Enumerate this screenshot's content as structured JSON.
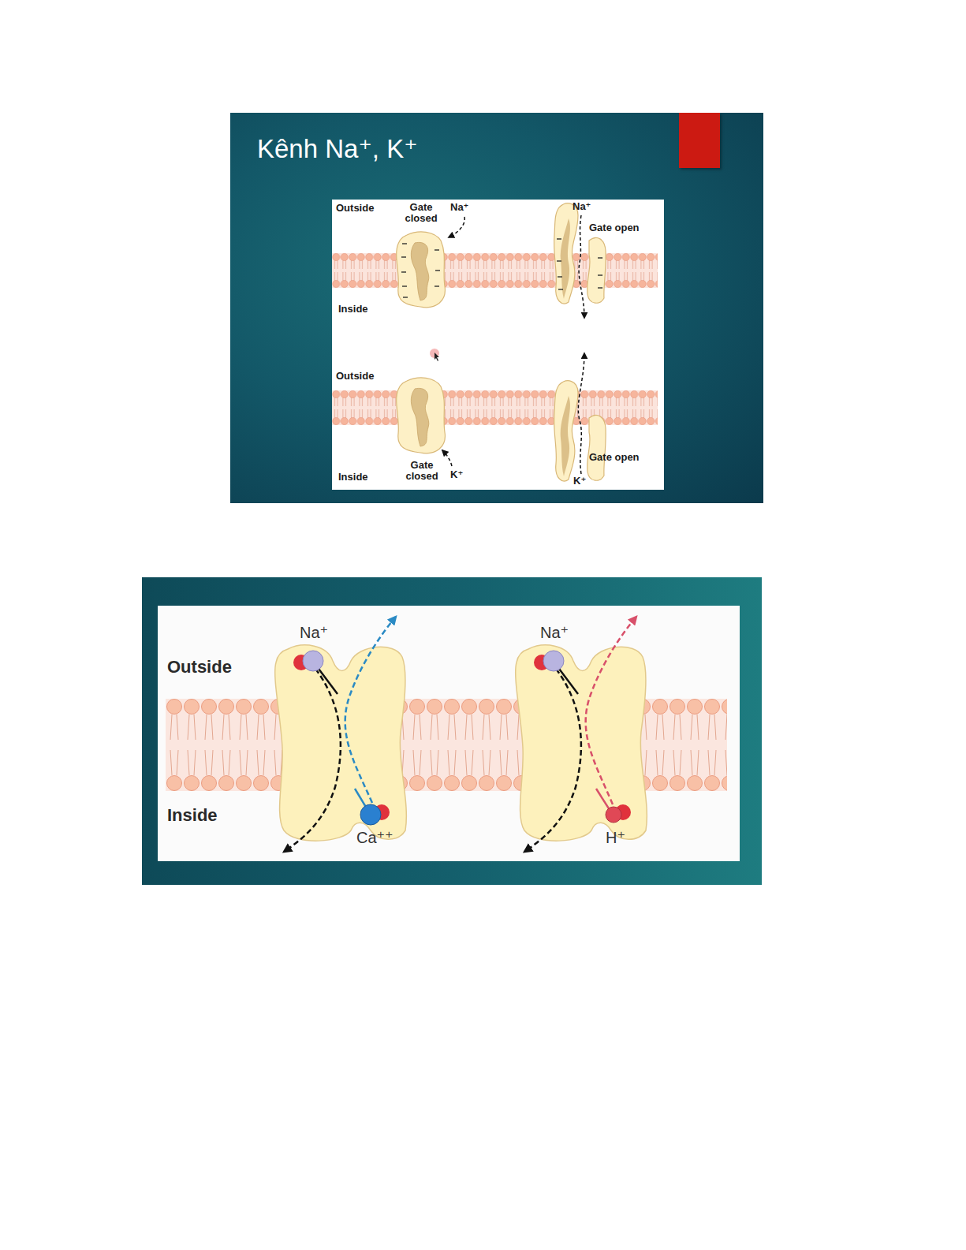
{
  "diagram": {
    "title": "Kênh Na⁺, K⁺",
    "labels": [
      "Outside",
      "Gate closed",
      "Na⁺",
      "Na⁺",
      "Gate open",
      "Inside",
      "Outside",
      "Gate closed",
      "K⁺",
      "Gate open",
      "Inside",
      "K⁺",
      "Outside",
      "Inside",
      "Na⁺",
      "Ca⁺⁺",
      "Na⁺",
      "H⁺"
    ]
  }
}
